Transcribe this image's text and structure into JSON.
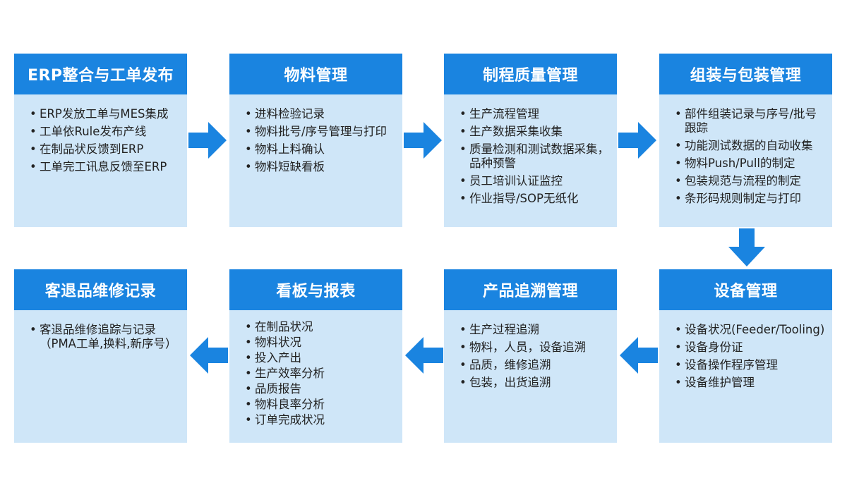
{
  "colors": {
    "header": "#1a84e0",
    "card": "#cfe6f8",
    "arrow": "#1a84e0"
  },
  "cards": [
    {
      "title": "ERP整合与工单发布",
      "items": [
        "ERP发放工单与MES集成",
        "工单依Rule发布产线",
        "在制品状反馈到ERP",
        "工单完工讯息反馈至ERP"
      ]
    },
    {
      "title": "物料管理",
      "items": [
        "进料检验记录",
        "物料批号/序号管理与打印",
        "物料上料确认",
        "物料短缺看板"
      ]
    },
    {
      "title": "制程质量管理",
      "items": [
        "生产流程管理",
        "生产数据采集收集",
        "质量检测和测试数据采集，品种预警",
        "员工培训认证监控",
        "作业指导/SOP无纸化"
      ]
    },
    {
      "title": "组装与包装管理",
      "items": [
        "部件组装记录与序号/批号跟踪",
        "功能测试数据的自动收集",
        "物料Push/Pull的制定",
        "包装规范与流程的制定",
        "条形码规则制定与打印"
      ]
    },
    {
      "title": "设备管理",
      "items": [
        "设备状况(Feeder/Tooling)",
        "设备身份证",
        "设备操作程序管理",
        "设备维护管理"
      ]
    },
    {
      "title": "产品追溯管理",
      "items": [
        "生产过程追溯",
        "物料，人员，设备追溯",
        "品质，维修追溯",
        "包装，出货追溯"
      ]
    },
    {
      "title": "看板与报表",
      "items": [
        "在制品状况",
        "物料状况",
        "投入产出",
        "生产效率分析",
        "品质报告",
        "物料良率分析",
        "订单完成状况"
      ]
    },
    {
      "title": "客退品维修记录",
      "items": [
        "客退品维修追踪与记录（PMA工单,换料,新序号）"
      ]
    }
  ]
}
